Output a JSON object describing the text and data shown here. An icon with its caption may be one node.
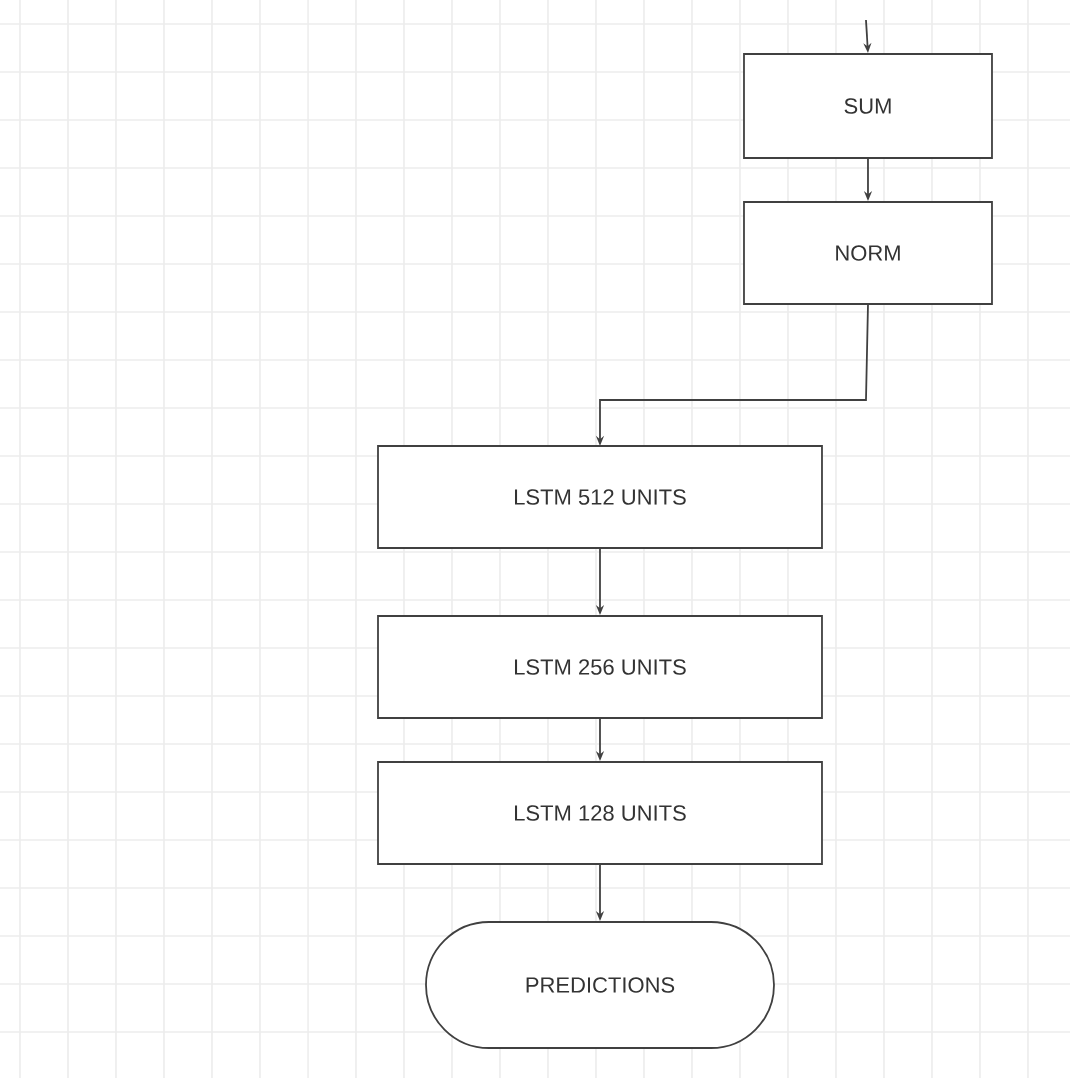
{
  "diagram": {
    "nodes": [
      {
        "text": [
          "SUM"
        ]
      },
      {
        "text": [
          "NORM"
        ]
      },
      {
        "text": [
          "LSTM 512 UNITS"
        ]
      },
      {
        "text": [
          "LSTM 256 UNITS"
        ]
      },
      {
        "text": [
          "LSTM 128 UNITS"
        ]
      },
      {
        "text": [
          "PREDICTIONS"
        ]
      }
    ],
    "edges": [
      {
        "from": null,
        "to": 0,
        "arrow": "to"
      },
      {
        "from": 0,
        "to": 1,
        "arrow": "to"
      },
      {
        "from": 1,
        "to": 2,
        "arrow": "to"
      },
      {
        "from": 2,
        "to": 3,
        "arrow": "to"
      },
      {
        "from": 3,
        "to": 4,
        "arrow": "to"
      },
      {
        "from": 4,
        "to": 5,
        "arrow": "to"
      }
    ]
  }
}
